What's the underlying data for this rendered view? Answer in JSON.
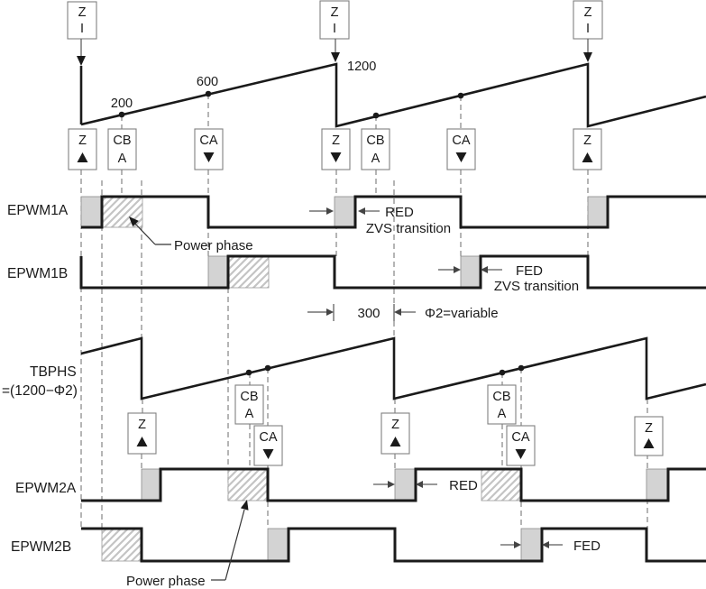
{
  "signals": {
    "epwm1a": "EPWM1A",
    "epwm1b": "EPWM1B",
    "epwm2a": "EPWM2A",
    "epwm2b": "EPWM2B"
  },
  "tbphs": {
    "line1": "TBPHS",
    "line2": "=(1200−Φ2)"
  },
  "counter": {
    "cmpb_label": "200",
    "cmpa_label": "600",
    "period_label": "1200"
  },
  "phase": {
    "offset_label": "300",
    "variable_label": "Φ2=variable"
  },
  "event_boxes": {
    "zero_interrupt": {
      "line1": "Z",
      "line2": "I"
    },
    "zero_set": {
      "label": "Z"
    },
    "zero_clear": {
      "label": "Z"
    },
    "compare_b": {
      "line1": "CB",
      "line2": "A"
    },
    "compare_a": {
      "label": "CA"
    }
  },
  "annotations": {
    "red_label": "RED",
    "fed_label": "FED",
    "zvs_label": "ZVS transition",
    "power_phase_label": "Power phase"
  },
  "colors": {
    "line": "#1a1a1a",
    "guide": "#6b6b6b",
    "gray_fill": "#d3d3d3",
    "hatch_line": "#c4c4c4",
    "box_border": "#808080"
  }
}
